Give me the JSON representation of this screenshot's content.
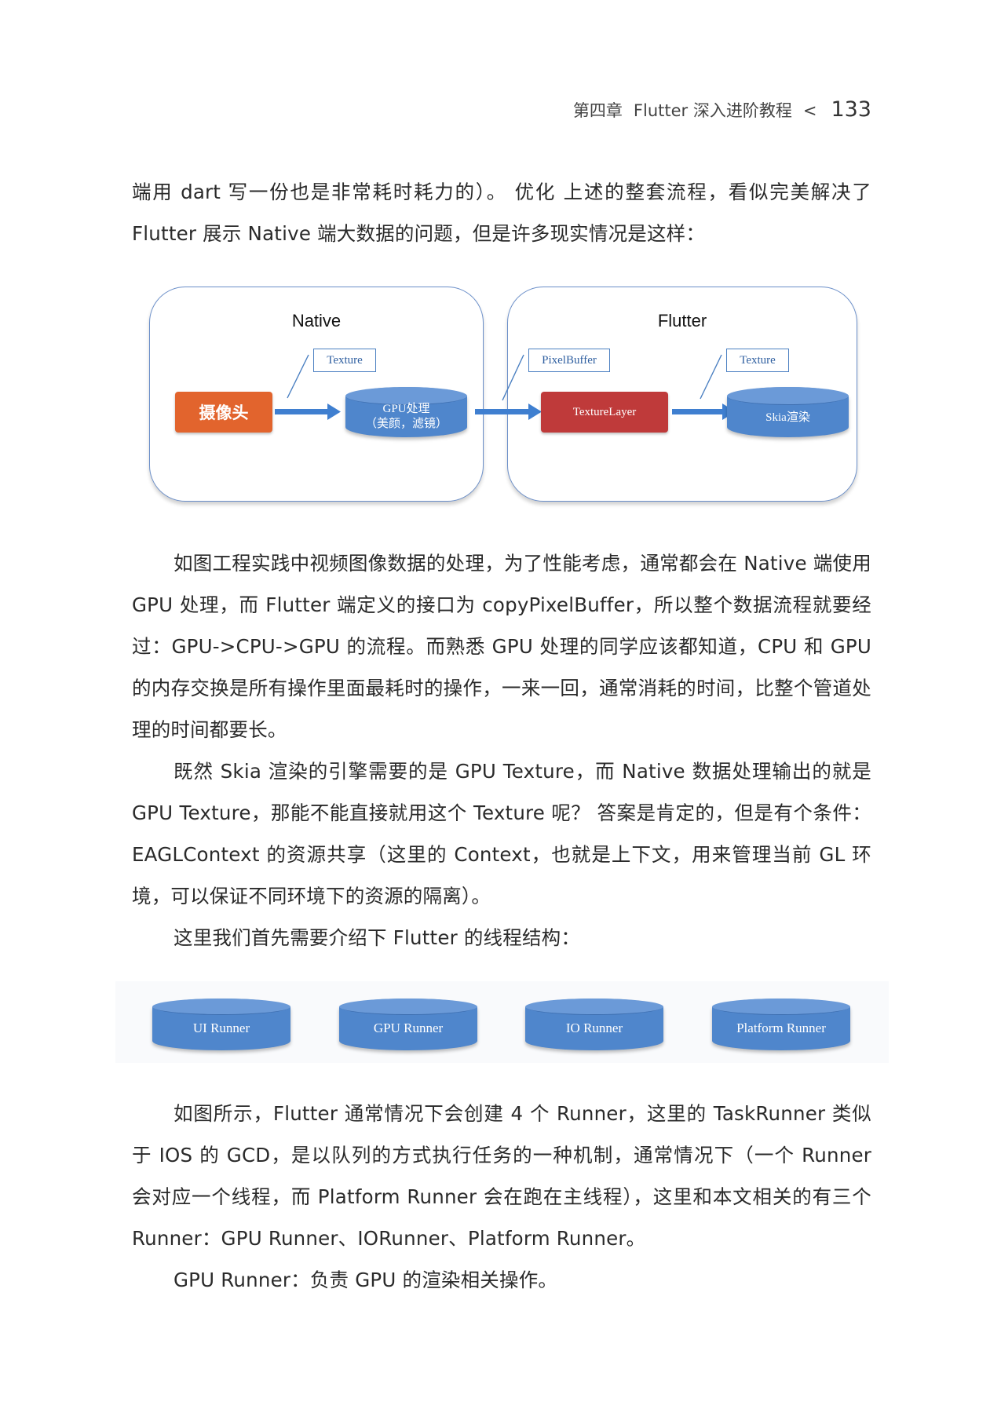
{
  "header": {
    "chapter": "第四章",
    "book_title": "Flutter 深入进阶教程",
    "separator": "<",
    "page_number": "133"
  },
  "paragraphs": {
    "p1": "端用 dart 写一份也是非常耗时耗力的）。 优化 上述的整套流程，看似完美解决了 Flutter 展示 Native 端大数据的问题，但是许多现实情况是这样：",
    "p2": "如图工程实践中视频图像数据的处理，为了性能考虑，通常都会在 Native 端使用 GPU 处理，而 Flutter 端定义的接口为 copyPixelBuffer，所以整个数据流程就要经过：GPU->CPU->GPU 的流程。而熟悉 GPU 处理的同学应该都知道，CPU 和 GPU 的内存交换是所有操作里面最耗时的操作，一来一回，通常消耗的时间，比整个管道处理的时间都要长。",
    "p3": "既然 Skia 渲染的引擎需要的是 GPU Texture，而 Native 数据处理输出的就是 GPU Texture，那能不能直接就用这个 Texture 呢？ 答案是肯定的，但是有个条件：EAGLContext 的资源共享（这里的 Context，也就是上下文，用来管理当前 GL 环境，可以保证不同环境下的资源的隔离）。",
    "p4": "这里我们首先需要介绍下 Flutter 的线程结构：",
    "p5": "如图所示，Flutter 通常情况下会创建 4 个 Runner，这里的 TaskRunner 类似于 IOS 的 GCD，是以队列的方式执行任务的一种机制，通常情况下（一个 Runner 会对应一个线程，而 Platform Runner 会在跑在主线程），这里和本文相关的有三个 Runner：GPU Runner、IORunner、Platform Runner。",
    "p6": "GPU Runner：负责 GPU 的渲染相关操作。"
  },
  "diagram1": {
    "native_title": "Native",
    "flutter_title": "Flutter",
    "camera": "摄像头",
    "gpu_process_line1": "GPU处理",
    "gpu_process_line2": "（美颜，滤镜）",
    "texture_label_1": "Texture",
    "pixelbuffer_label": "PixelBuffer",
    "texture_layer": "TextureLayer",
    "texture_label_2": "Texture",
    "skia_render": "Skia渲染",
    "colors": {
      "camera": "#e2642d",
      "texture_layer": "#bf3a3a",
      "cylinder": "#4f86cc",
      "arrow": "#3f7fd0",
      "panel_border": "#6b8fc9"
    }
  },
  "diagram2": {
    "runners": [
      "UI Runner",
      "GPU Runner",
      "IO Runner",
      "Platform Runner"
    ]
  }
}
